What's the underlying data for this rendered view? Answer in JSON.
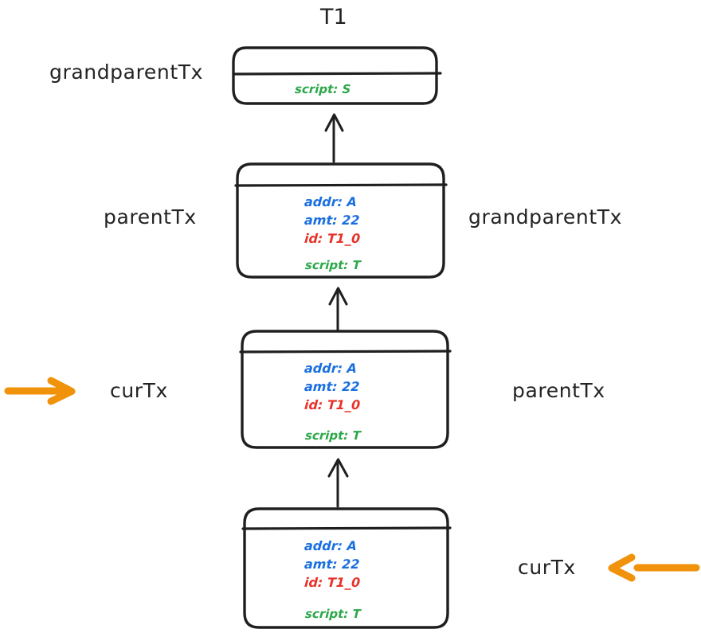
{
  "diagram": {
    "title": "T1",
    "type": "transaction-chain",
    "colors": {
      "stroke": "#1f1f1f",
      "addr": "#1a6fe0",
      "amt": "#1a6fe0",
      "id": "#e8332a",
      "script": "#2ca84a",
      "pointer": "#f0920a",
      "background": "#ffffff"
    },
    "boxes": [
      {
        "name": "grandparent-tx-box",
        "left_label": "grandparentTx",
        "right_label": "",
        "fields": [],
        "script": "script: S"
      },
      {
        "name": "parent-tx-box",
        "left_label": "parentTx",
        "right_label": "grandparentTx",
        "fields": [
          "addr: A",
          "amt: 22",
          "id: T1_0"
        ],
        "script": "script: T"
      },
      {
        "name": "cur-tx-box",
        "left_label": "curTx",
        "right_label": "parentTx",
        "fields": [
          "addr: A",
          "amt: 22",
          "id: T1_0"
        ],
        "script": "script: T"
      },
      {
        "name": "new-tx-box",
        "left_label": "",
        "right_label": "curTx",
        "fields": [
          "addr: A",
          "amt: 22",
          "id: T1_0"
        ],
        "script": "script: T"
      }
    ],
    "pointers": [
      {
        "name": "left-pointer",
        "direction": "right",
        "target_label": "curTx"
      },
      {
        "name": "right-pointer",
        "direction": "left",
        "target_label": "curTx"
      }
    ],
    "arrows": [
      {
        "name": "arrow-parent-to-grandparent",
        "from": "parent-tx-box",
        "to": "grandparent-tx-box"
      },
      {
        "name": "arrow-cur-to-parent",
        "from": "cur-tx-box",
        "to": "parent-tx-box"
      },
      {
        "name": "arrow-new-to-cur",
        "from": "new-tx-box",
        "to": "cur-tx-box"
      }
    ]
  }
}
